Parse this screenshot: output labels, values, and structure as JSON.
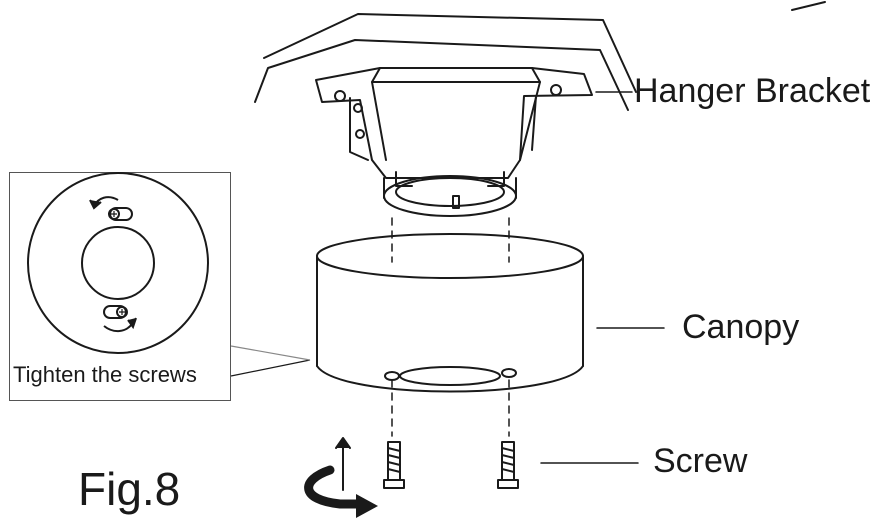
{
  "labels": {
    "hanger_bracket": "Hanger Bracket",
    "canopy": "Canopy",
    "screw": "Screw",
    "figure": "Fig.8",
    "inset_caption": "Tighten the screws"
  },
  "colors": {
    "line": "#1a1a1a",
    "background": "#ffffff",
    "gray_line": "#888888"
  }
}
